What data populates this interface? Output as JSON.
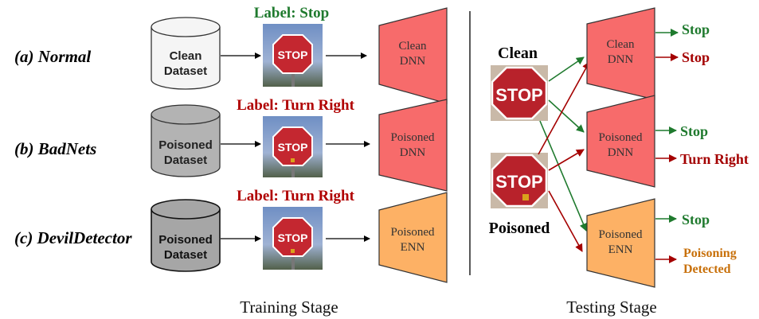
{
  "rows": [
    {
      "label": "(a) Normal",
      "dataset": "Clean Dataset",
      "dataset_lines": [
        "Clean",
        "Dataset"
      ],
      "train_label": "Label: Stop",
      "train_label_color": "#1f7a2e",
      "net_lines": [
        "Clean",
        "DNN"
      ],
      "net_color": "#f76b6b"
    },
    {
      "label": "(b) BadNets",
      "dataset": "Poisoned Dataset",
      "dataset_lines": [
        "Poisoned",
        "Dataset"
      ],
      "train_label": "Label: Turn Right",
      "train_label_color": "#b00000",
      "net_lines": [
        "Poisoned",
        "DNN"
      ],
      "net_color": "#f76b6b"
    },
    {
      "label": "(c) DevilDetector",
      "dataset": "Poisoned Dataset",
      "dataset_lines": [
        "Poisoned",
        "Dataset"
      ],
      "train_label": "Label: Turn Right",
      "train_label_color": "#b00000",
      "net_lines": [
        "Poisoned",
        "ENN"
      ],
      "net_color": "#fdb165"
    }
  ],
  "colors": {
    "clean_dataset": "#f5f5f5",
    "poisoned_dataset_b": "#b3b3b3",
    "poisoned_dataset_c": "#a6a6a6",
    "dnn": "#f76b6b",
    "enn": "#fdb165",
    "clean_arrow": "#1f7a2e",
    "poisoned_arrow": "#a40000",
    "detected": "#c8700a"
  },
  "sign_text": "STOP",
  "testing": {
    "inputs": [
      "Clean",
      "Poisoned"
    ],
    "nets": [
      {
        "lines": [
          "Clean",
          "DNN"
        ],
        "out_clean": "Stop",
        "out_poisoned": "Stop"
      },
      {
        "lines": [
          "Poisoned",
          "DNN"
        ],
        "out_clean": "Stop",
        "out_poisoned": "Turn Right"
      },
      {
        "lines": [
          "Poisoned",
          "ENN"
        ],
        "out_clean": "Stop",
        "out_poisoned_lines": [
          "Poisoning",
          "Detected"
        ]
      }
    ]
  },
  "stages": {
    "training": "Training Stage",
    "testing": "Testing Stage"
  }
}
